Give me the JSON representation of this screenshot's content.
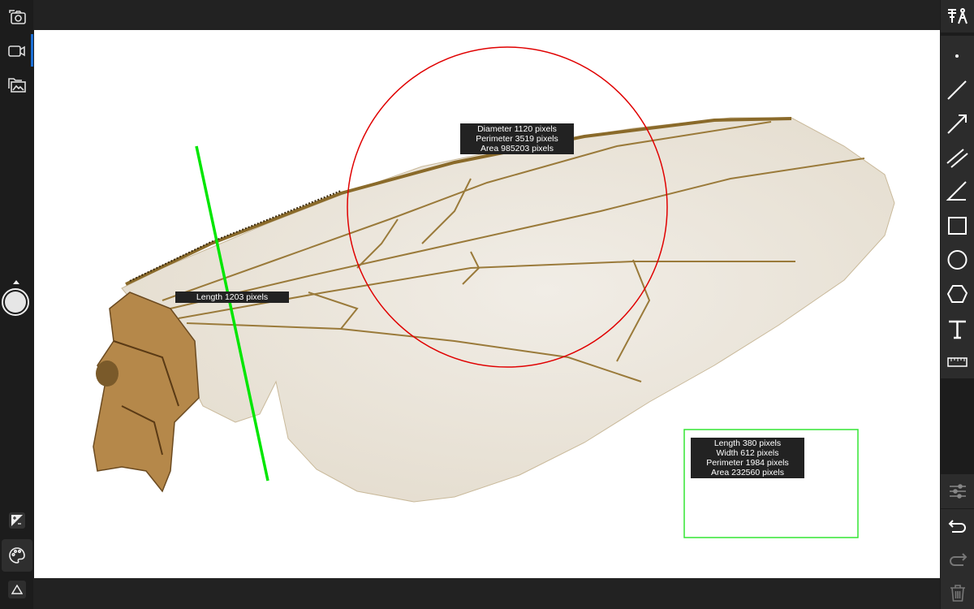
{
  "left_toolbar": {
    "items": [
      "capture-photo",
      "record-video",
      "open-gallery",
      "shutter",
      "exposure",
      "color-palette",
      "collapse"
    ]
  },
  "right_toolbar": {
    "tools": [
      "point",
      "line",
      "arrow",
      "parallel-lines",
      "angle",
      "rectangle",
      "circle",
      "polygon",
      "text",
      "scale-ruler"
    ],
    "actions": [
      "settings",
      "undo",
      "redo",
      "delete"
    ]
  },
  "measurements": {
    "line": {
      "length": "Length 1203 pixels",
      "color": "#00e600"
    },
    "circle": {
      "diameter": "Diameter 1120 pixels",
      "perimeter": "Perimeter 3519 pixels",
      "area": "Area 985203 pixels",
      "color": "#e00000"
    },
    "rectangle": {
      "length": "Length 380 pixels",
      "width": "Width 612 pixels",
      "perimeter": "Perimeter 1984 pixels",
      "area": "Area 232560 pixels",
      "color": "#33e633"
    }
  }
}
